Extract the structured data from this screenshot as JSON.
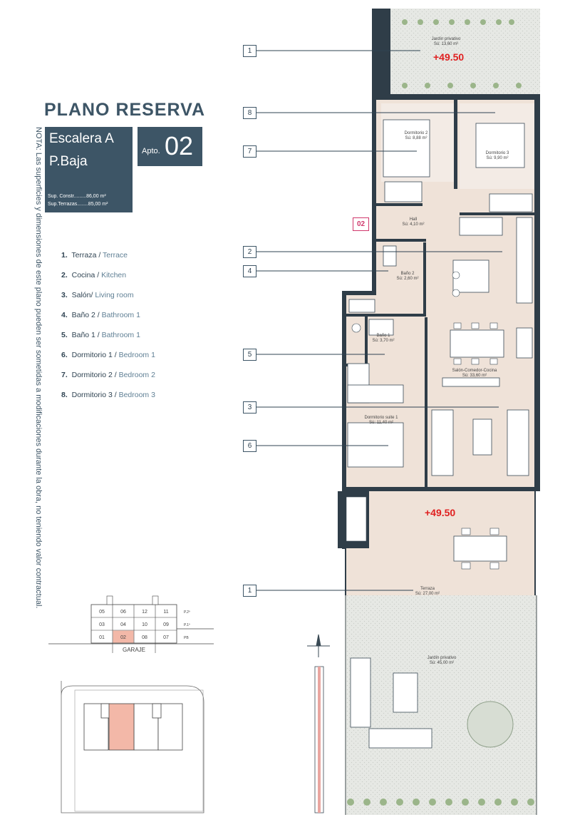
{
  "title": "PLANO RESERVA",
  "info_box": {
    "escalera": "Escalera A",
    "planta": "P.Baja",
    "sup_constr": "Sup. Constr.........86,00 m²",
    "sup_terrazas": "Sup.Terrazas........85,00 m²"
  },
  "apartment": {
    "label": "Apto.",
    "number": "02"
  },
  "nota": "NOTA: Las superficies y dimensiones de este plano pueden ser sometidas a modificaciones durante la obra, no teniendo valor contractual.",
  "legend": [
    {
      "num": "1.",
      "es": "Terraza",
      "sep": " / ",
      "en": "Terrace"
    },
    {
      "num": "2.",
      "es": "Cocina",
      "sep": " / ",
      "en": "Kitchen"
    },
    {
      "num": "3.",
      "es": "Salón",
      "sep": "/ ",
      "en": "Living room"
    },
    {
      "num": "4.",
      "es": "Baño 2",
      "sep": " / ",
      "en": "Bathroom 1"
    },
    {
      "num": "5.",
      "es": "Baño 1",
      "sep": " / ",
      "en": "Bathroom 1"
    },
    {
      "num": "6.",
      "es": "Dormitorio 1",
      "sep": " / ",
      "en": "Bedroom 1"
    },
    {
      "num": "7.",
      "es": "Dormitorio 2",
      "sep": " / ",
      "en": "Bedroom 2"
    },
    {
      "num": "8.",
      "es": "Dormitorio 3",
      "sep": " / ",
      "en": "Bedroom 3"
    }
  ],
  "callouts": [
    "1",
    "8",
    "7",
    "2",
    "4",
    "5",
    "3",
    "6",
    "1"
  ],
  "prices": {
    "top_garden": "+49.50",
    "terrace": "+49.50"
  },
  "unit_badge": "02",
  "rooms": {
    "jardin_top": "Jardín privativo",
    "jardin_top_area": "Sú: 13,60 m²",
    "dorm2": "Dormitorio 2",
    "dorm2_area": "Sú: 8,88 m²",
    "dorm3": "Dormitorio 3",
    "dorm3_area": "Sú: 9,90 m²",
    "hall": "Hall",
    "hall_area": "Sú: 4,10 m²",
    "bano2": "Baño 2",
    "bano2_area": "Sú: 2,60 m²",
    "bano1": "Baño 1",
    "bano1_area": "Sú: 3,70 m²",
    "salon": "Salón-Comedor-Cocina",
    "salon_area": "Sú: 33,60 m²",
    "dorm1": "Dormitorio suite 1",
    "dorm1_area": "Sú: 11,40 m²",
    "terraza": "Terraza",
    "terraza_area": "Sú: 27,00 m²",
    "jardin_bottom": "Jardín privativo",
    "jardin_bottom_area": "Sú: 45,00 m²"
  },
  "key_plan": {
    "rows": [
      [
        "05",
        "06",
        "12",
        "11"
      ],
      [
        "03",
        "04",
        "10",
        "09"
      ],
      [
        "01",
        "02",
        "08",
        "07"
      ]
    ],
    "floors": [
      "P.2º",
      "P.1º",
      "PB"
    ],
    "garaje": "GARAJE",
    "highlight": "02"
  },
  "colors": {
    "accent": "#3d5566",
    "highlight": "#f3b8a8",
    "price": "#e02020",
    "floor": "#efe2d8",
    "garden": "#e4e6e1"
  }
}
